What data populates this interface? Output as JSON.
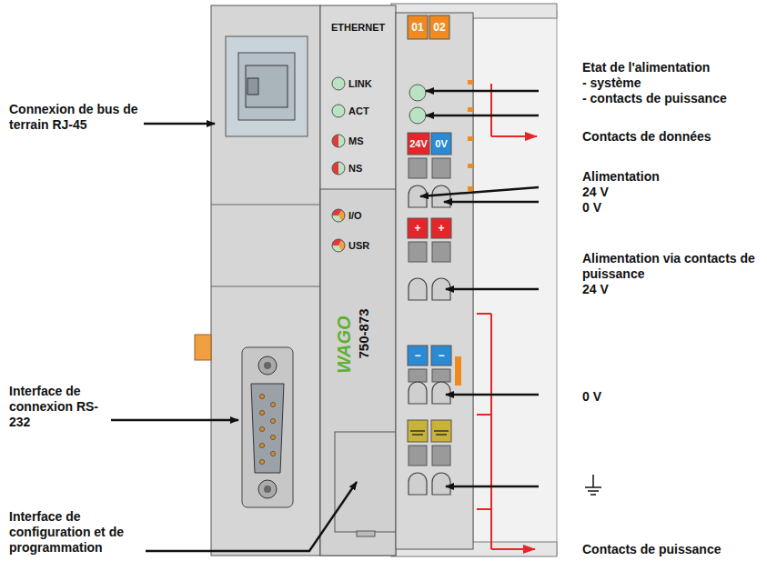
{
  "diagram": {
    "labels": [
      "Connexion de bus de terrain RJ-45",
      "ETHERNET",
      "LINK",
      "ACT",
      "MS",
      "NS",
      "01",
      "02",
      "Etat de l'alimentation",
      "- système",
      "- contacts de puissance",
      "24V",
      "0V",
      "Contacts de données",
      "Alimentation",
      "24 V",
      "0 V",
      "+",
      "+",
      "Alimentation via contacts de puissance",
      "24 V",
      "I/O",
      "USR",
      "WAGO",
      "750-873",
      "−",
      "−",
      "0 V",
      "Interface de connexion RS-232",
      "Interface de configuration et de programmation",
      "Contacts de puissance"
    ]
  }
}
